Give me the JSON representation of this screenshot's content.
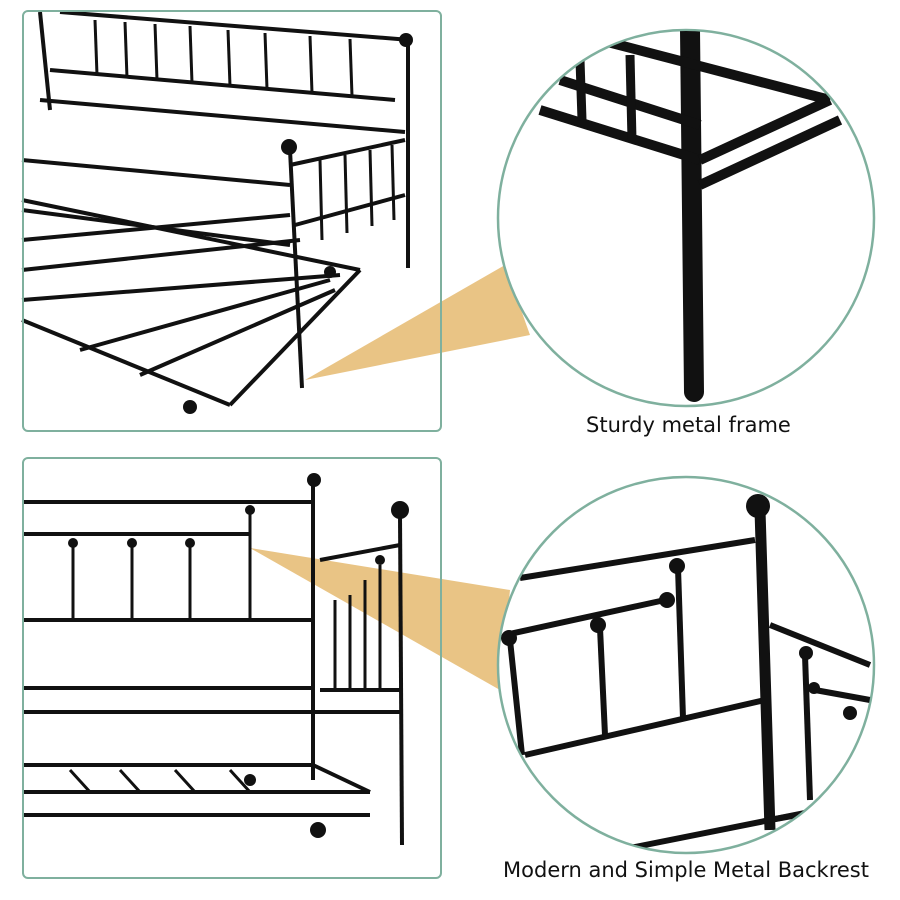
{
  "features": [
    {
      "caption": "Sturdy metal frame",
      "icon": "metal-frame-leg-detail"
    },
    {
      "caption": "Modern and Simple Metal Backrest",
      "icon": "metal-backrest-detail"
    }
  ],
  "colors": {
    "border": "#7fb09e",
    "callout": "#e9c485",
    "metal": "#111111"
  }
}
